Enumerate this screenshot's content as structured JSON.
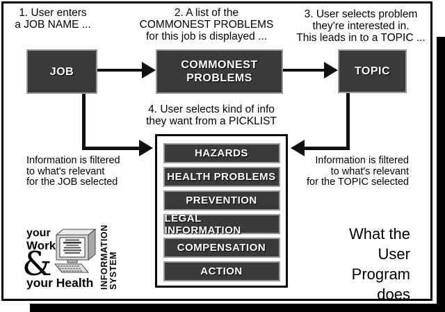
{
  "steps": {
    "s1": "1. User enters\na JOB NAME ...",
    "s2": "2. A list of the\nCOMMONEST PROBLEMS\nfor this job is displayed ...",
    "s3": "3. User selects problem\nthey're interested in.\nThis leads in to a TOPIC ...",
    "s4": "4. User selects kind of info\nthey want from a PICKLIST"
  },
  "nodes": {
    "job": "JOB",
    "commonest_problems": "COMMONEST\nPROBLEMS",
    "topic": "TOPIC"
  },
  "picklist": {
    "items": [
      "HAZARDS",
      "HEALTH PROBLEMS",
      "PREVENTION",
      "LEGAL INFORMATION",
      "COMPENSATION",
      "ACTION"
    ]
  },
  "notes": {
    "left": "Information is filtered\nto what's relevant\nfor the JOB selected",
    "right": "Information is filtered\nto what's relevant\nfor the TOPIC selected"
  },
  "footer": {
    "caption": "What the\nUser\nProgram\ndoes"
  },
  "logo": {
    "your": "your",
    "work": "Work",
    "ampersand": "&",
    "your_health": "your Health",
    "system": "INFORMATION\nSYSTEM",
    "computer_icon": "computer-icon"
  },
  "colors": {
    "node_fill": "#3a3a3a",
    "node_border": "#999999",
    "node_text": "#ffffff",
    "arrow": "#111111",
    "panel_border": "#000000",
    "shadow": "#000000",
    "text": "#000000"
  }
}
